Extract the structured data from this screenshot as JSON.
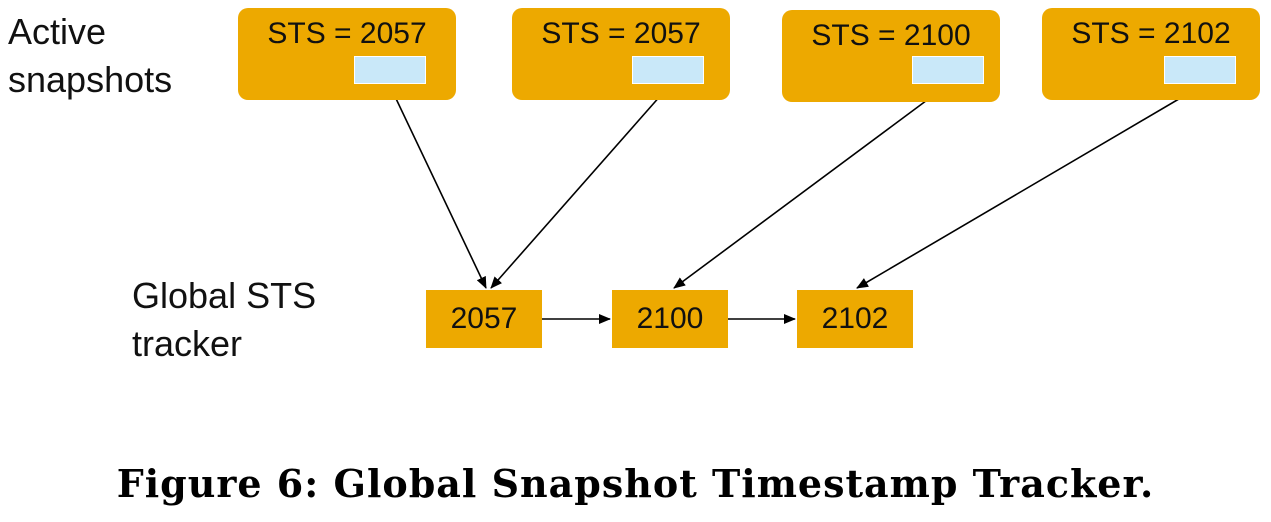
{
  "colors": {
    "box_fill": "#EDA900",
    "slot_fill": "#C9E8F9",
    "arrow": "#000000",
    "text": "#111111"
  },
  "labels": {
    "active_snapshots": "Active\nsnapshots",
    "global_tracker": "Global STS\ntracker"
  },
  "snapshots": [
    {
      "label": "STS = 2057",
      "target": 0
    },
    {
      "label": "STS = 2057",
      "target": 0
    },
    {
      "label": "STS = 2100",
      "target": 1
    },
    {
      "label": "STS = 2102",
      "target": 2
    }
  ],
  "tracker_nodes": [
    {
      "value": "2057"
    },
    {
      "value": "2100"
    },
    {
      "value": "2102"
    }
  ],
  "caption": "Figure 6: Global Snapshot Timestamp Tracker."
}
